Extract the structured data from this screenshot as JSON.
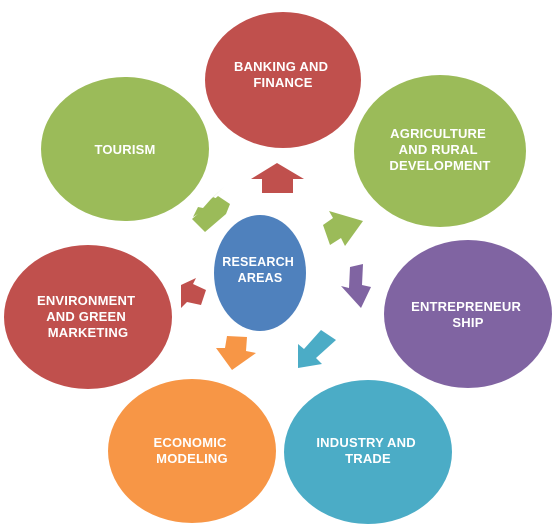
{
  "center": {
    "lines": [
      "RESEARCH",
      "AREAS"
    ],
    "color": "#4f81bd"
  },
  "nodes": [
    {
      "id": "banking",
      "lines": [
        "BANKING AND",
        "FINANCE"
      ],
      "color": "#c0504d"
    },
    {
      "id": "agriculture",
      "lines": [
        "AGRICULTURE",
        "AND RURAL",
        "DEVELOPMENT"
      ],
      "color": "#9bbb59"
    },
    {
      "id": "entrepreneurship",
      "lines": [
        "ENTREPRENEUR",
        "SHIP"
      ],
      "color": "#8064a2"
    },
    {
      "id": "industry",
      "lines": [
        "INDUSTRY AND",
        "TRADE"
      ],
      "color": "#4bacc6"
    },
    {
      "id": "economic",
      "lines": [
        "ECONOMIC",
        "MODELING"
      ],
      "color": "#f79646"
    },
    {
      "id": "environment",
      "lines": [
        "ENVIRONMENT",
        "AND GREEN",
        "MARKETING"
      ],
      "color": "#c0504d"
    },
    {
      "id": "tourism",
      "lines": [
        "TOURISM"
      ],
      "color": "#9bbb59"
    }
  ]
}
